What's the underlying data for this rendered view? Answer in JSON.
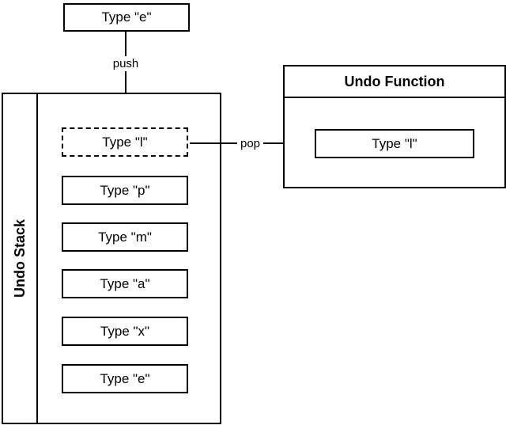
{
  "colors": {
    "line": "#000000",
    "background": "#ffffff"
  },
  "diagram": {
    "input_box": {
      "label": "Type \"e\""
    },
    "arrows": {
      "push_label": "push",
      "pop_label": "pop"
    },
    "stack": {
      "title": "Undo Stack",
      "items": [
        {
          "label": "Type \"l\"",
          "border": "dashed"
        },
        {
          "label": "Type \"p\"",
          "border": "solid"
        },
        {
          "label": "Type \"m\"",
          "border": "solid"
        },
        {
          "label": "Type \"a\"",
          "border": "solid"
        },
        {
          "label": "Type \"x\"",
          "border": "solid"
        },
        {
          "label": "Type \"e\"",
          "border": "solid"
        }
      ]
    },
    "undo_function": {
      "title": "Undo Function",
      "item": {
        "label": "Type \"l\""
      }
    }
  }
}
